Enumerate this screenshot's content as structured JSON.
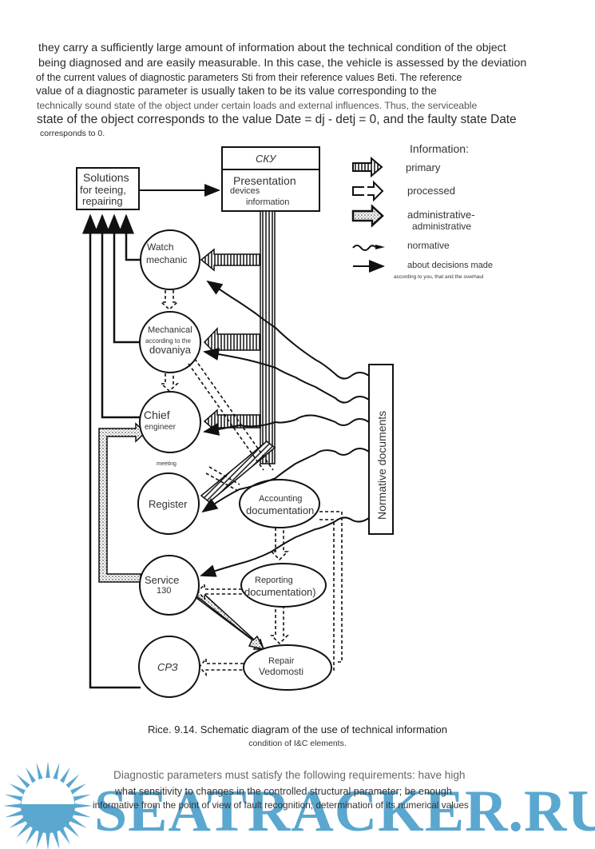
{
  "intro_paragraph": {
    "lines": [
      "they carry a sufficiently large amount of information about the technical condition of the object",
      "being diagnosed and are easily measurable. In this case, the vehicle is assessed by the deviation",
      "of the current values of diagnostic parameters Sti from their reference values Beti. The reference",
      "value of a diagnostic parameter is usually taken to be its value corresponding to the",
      "technically sound state of the object under certain loads and external influences. Thus, the serviceable",
      "state of the object corresponds to the value Date = dj - detj = 0, and the faulty state Date",
      "corresponds to 0."
    ]
  },
  "diagram": {
    "solutions_box": [
      "Solutions",
      "for teeing,",
      "repairing"
    ],
    "sku_box": {
      "header": "СКУ",
      "lines": [
        "Presentation",
        "devices",
        "information"
      ]
    },
    "nodes": {
      "watch_mechanic": [
        "Watch",
        "mechanic"
      ],
      "mechanical": [
        "Mechanical",
        "according to the",
        "dovaniya"
      ],
      "chief_engineer": [
        "Chief",
        "engineer"
      ],
      "meeting_label": "meeting",
      "register": [
        "Register"
      ],
      "service": [
        "Service",
        "130"
      ],
      "srz": [
        "СРЗ"
      ],
      "accounting_doc": [
        "Accounting",
        "documentation"
      ],
      "reporting_doc": [
        "Reporting",
        "documentation)"
      ],
      "repair_sheets": [
        "Repair",
        "Vedomosti"
      ]
    },
    "normative_documents": "Normative documents",
    "legend": {
      "title": "Information:",
      "items": [
        {
          "icon": "primary-arrow-icon",
          "label": "primary"
        },
        {
          "icon": "processed-arrow-icon",
          "label": "processed"
        },
        {
          "icon": "administrative-arrow-icon",
          "label": "administrative-",
          "label2": "administrative"
        },
        {
          "icon": "normative-wave-arrow-icon",
          "label": "normative"
        },
        {
          "icon": "decision-arrow-icon",
          "label": "about decisions made",
          "label2": "according to you, that and the overhaul"
        }
      ]
    }
  },
  "caption": {
    "line1": "Rice. 9.14. Schematic diagram of the use of technical information",
    "line2": "condition of I&C elements."
  },
  "bottom_paragraph": {
    "lines": [
      "Diagnostic parameters must satisfy the following requirements: have high",
      "what sensitivity to changes in the controlled structural parameter; be enough",
      "informative from the point of view of fault recognition; determination of its numerical values"
    ]
  },
  "watermark": {
    "text": "SEATRACKER.RU",
    "color": "#5aa7cf"
  }
}
